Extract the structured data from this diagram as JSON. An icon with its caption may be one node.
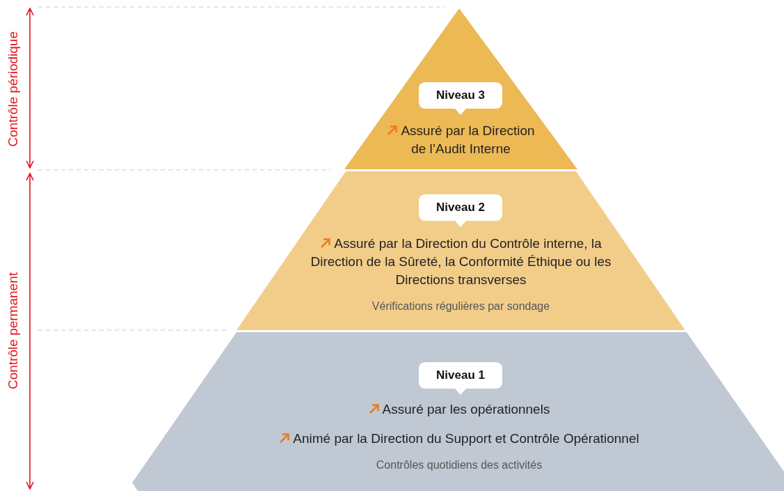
{
  "diagram": {
    "nodes": [
      {
        "text": [
          "Assuré par la Direction de l’Audit Interne"
        ]
      },
      {
        "text": [
          "Niveau 3"
        ],
        "in": 0
      },
      {
        "text": [
          "Assuré par la Direction du Contrôle interne, la Direction de la Sûreté, la Conformité Éthique ou les Directions transverses",
          "Vérifications régulières par sondage"
        ]
      },
      {
        "text": [
          "Niveau 2"
        ],
        "in": 2
      },
      {
        "text": [
          "Assuré par les opérationnels",
          "Animé par la Direction du Support et Contrôle Opérationnel",
          "Contrôles quotidiens des activités"
        ]
      },
      {
        "text": [
          "Niveau 1"
        ],
        "in": 4
      }
    ],
    "labels": [
      "Contrôle périodique",
      "Contrôle permanent"
    ]
  }
}
